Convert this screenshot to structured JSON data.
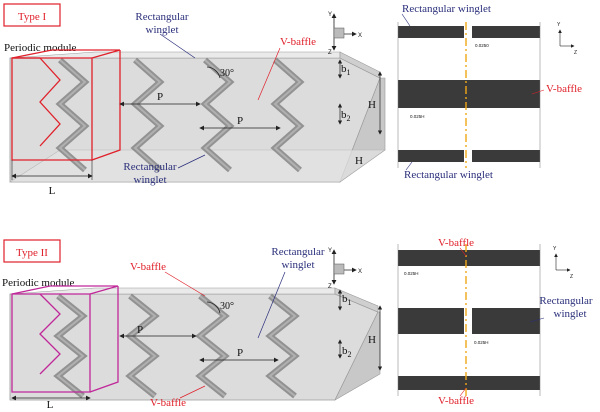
{
  "colors": {
    "red": "#e0202a",
    "blue": "#2a2f7a",
    "magenta": "#c0289a",
    "block": "#3a3a3a",
    "centerline": "#f0a818",
    "body_fill": "#d9d9d9",
    "edge": "#8a8a8a"
  },
  "panel1": {
    "type_label": "Type I",
    "periodic_module": "Periodic module",
    "rect_winglet_top": "Rectangular\nwinglet",
    "v_baffle": "V-baffle",
    "angle": "30°",
    "b1": "b",
    "b1_sub": "1",
    "b2": "b",
    "b2_sub": "2",
    "H": "H",
    "H2": "H",
    "P1": "P",
    "P2": "P",
    "L": "L",
    "rect_winglet_bottom": "Rectangular\nwinglet",
    "axes": {
      "y": "Y",
      "x": "X",
      "z": "Z"
    },
    "side_rect_winglet_top": "Rectangular winglet",
    "side_v_baffle": "V-baffle",
    "side_rect_winglet_bottom": "Rectangular winglet",
    "dim_small": "0.025H",
    "dim_small2": "0.0250"
  },
  "panel2": {
    "type_label": "Type II",
    "periodic_module": "Periodic module",
    "v_baffle_top": "V-baffle",
    "rect_winglet": "Rectangular\nwinglet",
    "angle": "30°",
    "b1": "b",
    "b1_sub": "1",
    "b2": "b",
    "b2_sub": "2",
    "H": "H",
    "P1": "P",
    "P2": "P",
    "L": "L",
    "v_baffle_bottom": "V-baffle",
    "axes": {
      "y": "Y",
      "x": "X",
      "z": "Z"
    },
    "side_v_baffle_top": "V-baffle",
    "side_rect_winglet": "Rectangular\nwinglet",
    "side_v_baffle_bottom": "V-baffle",
    "dim_small": "0.025H",
    "dim_small2": "0.025H"
  }
}
